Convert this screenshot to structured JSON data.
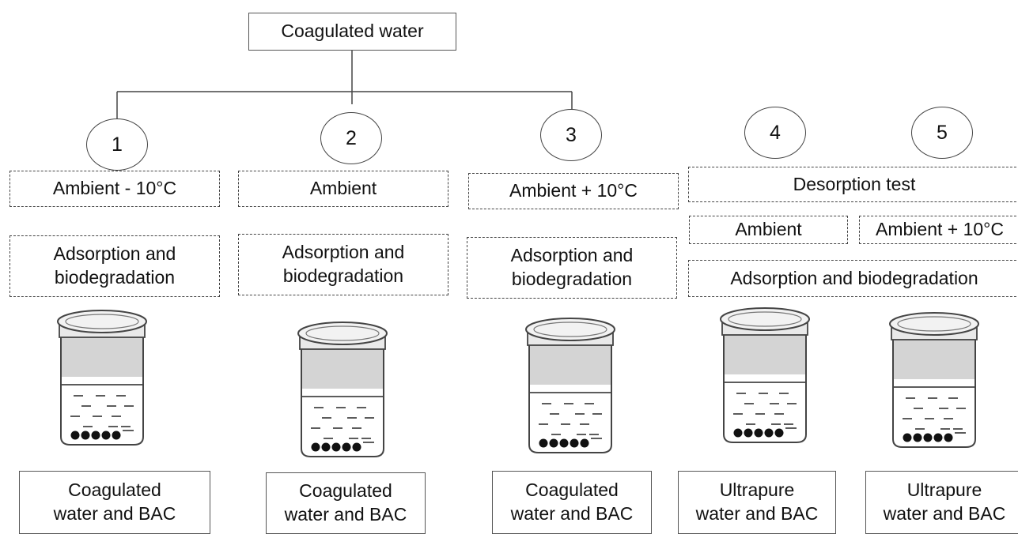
{
  "root": "Coagulated water",
  "branches": [
    {
      "number": "1",
      "temperature": "Ambient - 10°C",
      "process": [
        "Adsorption and",
        "biodegradation"
      ],
      "sample": [
        "Coagulated",
        "water and BAC"
      ]
    },
    {
      "number": "2",
      "temperature": "Ambient",
      "process": [
        "Adsorption and",
        "biodegradation"
      ],
      "sample": [
        "Coagulated",
        "water and BAC"
      ]
    },
    {
      "number": "3",
      "temperature": "Ambient + 10°C",
      "process": [
        "Adsorption and",
        "biodegradation"
      ],
      "sample": [
        "Coagulated",
        "water and BAC"
      ]
    }
  ],
  "desorption": {
    "title": "Desorption test",
    "numbers": [
      "4",
      "5"
    ],
    "temps": [
      "Ambient",
      "Ambient + 10°C"
    ],
    "process": "Adsorption and biodegradation",
    "samples": [
      [
        "Ultrapure",
        "water and BAC"
      ],
      [
        "Ultrapure",
        "water and BAC"
      ]
    ]
  }
}
